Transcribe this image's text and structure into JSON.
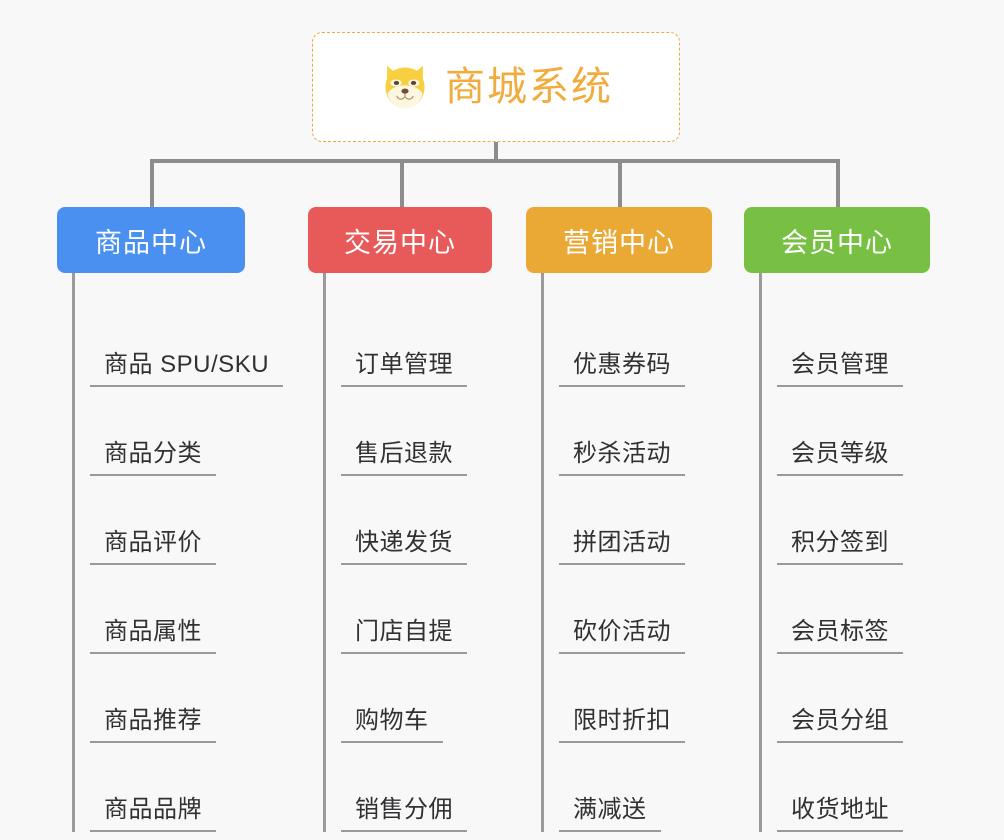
{
  "root": {
    "title": "商城系统",
    "icon": "shiba-dog-face-icon",
    "border_color": "#e8ab3f",
    "text_color": "#f0ac3c",
    "background": "#ffffff"
  },
  "canvas": {
    "background": "#f8f8f8",
    "connector_color": "#8d8d8d",
    "leaf_line_color": "#9a9a9a",
    "leaf_text_color": "#303133"
  },
  "branches": [
    {
      "label": "商品中心",
      "color": "#4a90f0",
      "leaves": [
        {
          "label": "商品 SPU/SKU"
        },
        {
          "label": "商品分类"
        },
        {
          "label": "商品评价"
        },
        {
          "label": "商品属性"
        },
        {
          "label": "商品推荐"
        },
        {
          "label": "商品品牌"
        }
      ]
    },
    {
      "label": "交易中心",
      "color": "#e8595a",
      "leaves": [
        {
          "label": "订单管理"
        },
        {
          "label": "售后退款"
        },
        {
          "label": "快递发货"
        },
        {
          "label": "门店自提"
        },
        {
          "label": "购物车"
        },
        {
          "label": "销售分佣"
        }
      ]
    },
    {
      "label": "营销中心",
      "color": "#eaa935",
      "leaves": [
        {
          "label": "优惠券码"
        },
        {
          "label": "秒杀活动"
        },
        {
          "label": "拼团活动"
        },
        {
          "label": "砍价活动"
        },
        {
          "label": "限时折扣"
        },
        {
          "label": "满减送"
        }
      ]
    },
    {
      "label": "会员中心",
      "color": "#77c044",
      "leaves": [
        {
          "label": "会员管理"
        },
        {
          "label": "会员等级"
        },
        {
          "label": "积分签到"
        },
        {
          "label": "会员标签"
        },
        {
          "label": "会员分组"
        },
        {
          "label": "收货地址"
        }
      ]
    }
  ]
}
